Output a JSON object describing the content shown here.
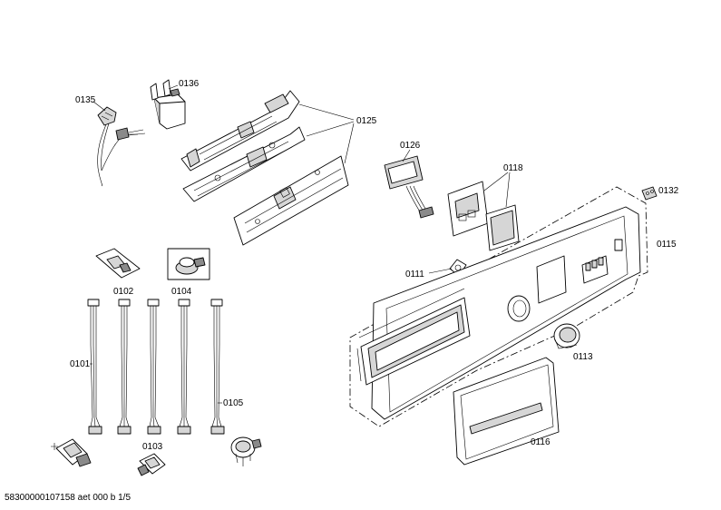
{
  "labels": {
    "p0135": "0135",
    "p0136": "0136",
    "p0125": "0125",
    "p0126": "0126",
    "p0118": "0118",
    "p0132": "0132",
    "p0115": "0115",
    "p0111": "0111",
    "p0102": "0102",
    "p0104": "0104",
    "p0101": "0101",
    "p0105": "0105",
    "p0103": "0103",
    "p0113": "0113",
    "p0116": "0116"
  },
  "footer": "58300000107158 aet 000 b 1/5"
}
